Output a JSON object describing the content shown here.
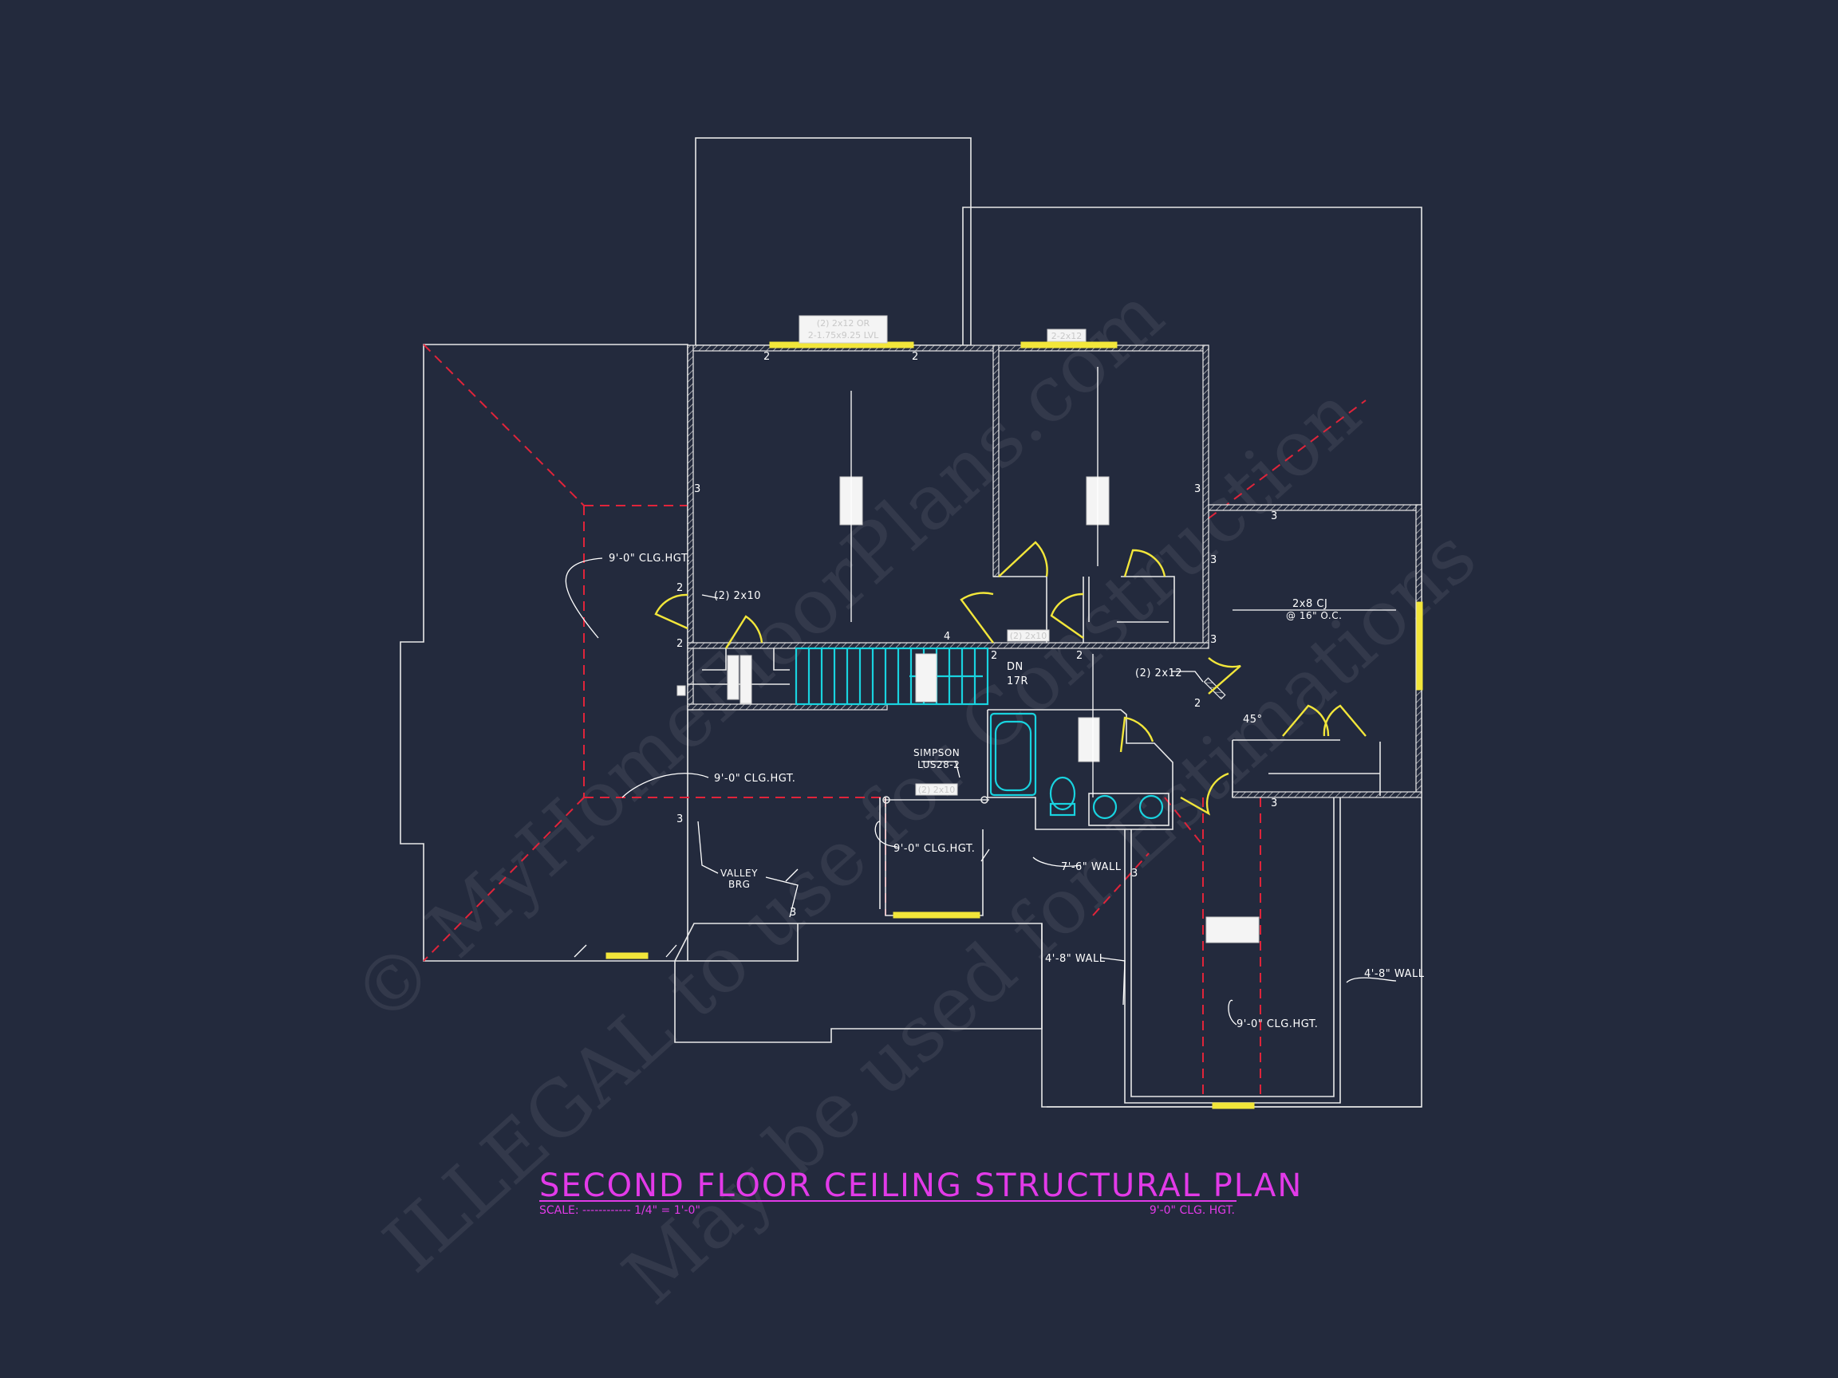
{
  "title": {
    "main": "SECOND FLOOR CEILING STRUCTURAL PLAN",
    "scale_text": "SCALE: ------------ 1/4\" = 1'-0\"",
    "height_text": "9'-0\" CLG. HGT."
  },
  "watermark": {
    "line1": "© MyHomeFloorPlans.com",
    "line2": "ILLEGAL to use for Construction",
    "line3": "May be used for Estimations"
  },
  "beam_tags": {
    "top_left": "(2) 2x12 OR",
    "top_left_2": "2-1.75x9.25 LVL",
    "top_right": "2-2x12",
    "hall": "(2) 2x10",
    "landing": "(2) 2x10",
    "simpson_beam": "(2) 2x10",
    "rear_room": "2x8 CJ",
    "rear_room_2": "@ 16\" O.C."
  },
  "labels": {
    "clg_left": "9'-0\" CLG.HGT.",
    "two_2x10": "(2) 2x10",
    "clg_mid": "9'-0\" CLG.HGT.",
    "simpson_1": "SIMPSON",
    "simpson_2": "LUS28-2",
    "clg_bump": "9'-0\" CLG.HGT.",
    "wall_76": "7'-6\" WALL",
    "valley_1": "VALLEY",
    "valley_2": "BRG",
    "dn_1": "DN",
    "dn_2": "17R",
    "two_2x12": "(2) 2x12",
    "angle": "45°",
    "cj_1": "2x8 CJ",
    "cj_2": "@ 16\" O.C.",
    "wall_48_left": "4'-8\" WALL",
    "wall_48_right": "4'-8\" WALL",
    "clg_bonus": "9'-0\" CLG.HGT."
  },
  "markers": {
    "m2a": "2",
    "m2b": "2",
    "m3a": "3",
    "m3b": "3",
    "m3c": "3",
    "m2c": "2",
    "m2d": "2",
    "m4": "4",
    "m2e": "2",
    "m2f": "2",
    "m3d": "3",
    "m3e": "3",
    "m2g": "2",
    "m3f": "3",
    "m3g": "3",
    "m3h": "3",
    "m3i": "3"
  },
  "colors": {
    "background": "#232a3d",
    "outline": "#e8e8e8",
    "hip_lines": "#e0243a",
    "doors_beams": "#f2e63a",
    "fixtures": "#19d3df",
    "title": "#e23ae8"
  }
}
